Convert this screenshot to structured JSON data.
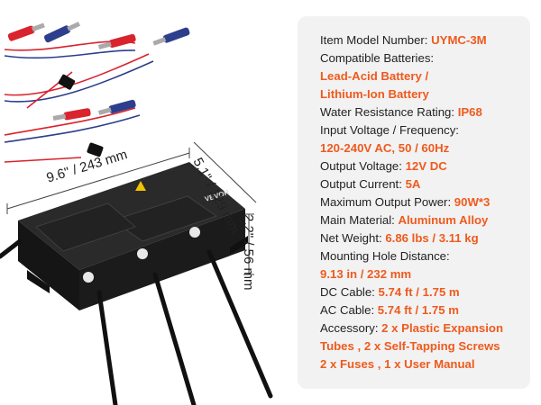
{
  "dimensions": {
    "width": "9.6\" / 243 mm",
    "depth": "5.1\" / 129 mm",
    "height": "2.2\" / 56 mm"
  },
  "product_label": {
    "brand": "VEVOR"
  },
  "colors": {
    "accent": "#ef5a1e",
    "card_bg": "#f2f2f2",
    "device": "#1b1b1b",
    "clip_red": "#d9232d",
    "clip_blue": "#2c3e8c"
  },
  "specs": [
    {
      "label": "Item Model Number: ",
      "value": "UYMC-3M"
    },
    {
      "label": "Compatible Batteries:",
      "value": ""
    },
    {
      "label": "",
      "value": "Lead-Acid Battery /"
    },
    {
      "label": "",
      "value": "Lithium-Ion Battery"
    },
    {
      "label": "Water Resistance Rating: ",
      "value": "IP68"
    },
    {
      "label": "Input Voltage / Frequency:",
      "value": ""
    },
    {
      "label": "",
      "value": "120-240V AC, 50 / 60Hz"
    },
    {
      "label": "Output Voltage: ",
      "value": "12V DC"
    },
    {
      "label": " Output Current: ",
      "value": "5A"
    },
    {
      "label": "Maximum Output Power: ",
      "value": "90W*3"
    },
    {
      "label": "Main Material: ",
      "value": "Aluminum Alloy"
    },
    {
      "label": "Net Weight: ",
      "value": "6.86 lbs / 3.11 kg"
    },
    {
      "label": "Mounting Hole Distance:",
      "value": ""
    },
    {
      "label": "",
      "value": "9.13 in / 232 mm"
    },
    {
      "label": "DC Cable: ",
      "value": "5.74 ft / 1.75 m"
    },
    {
      "label": "AC Cable: ",
      "value": "5.74 ft / 1.75 m"
    },
    {
      "label": "Accessory: ",
      "value": "2 x Plastic Expansion"
    },
    {
      "label": "",
      "value": "Tubes , 2 x Self-Tapping Screws"
    },
    {
      "label": "",
      "value": "2 x Fuses , 1 x User Manual"
    }
  ]
}
